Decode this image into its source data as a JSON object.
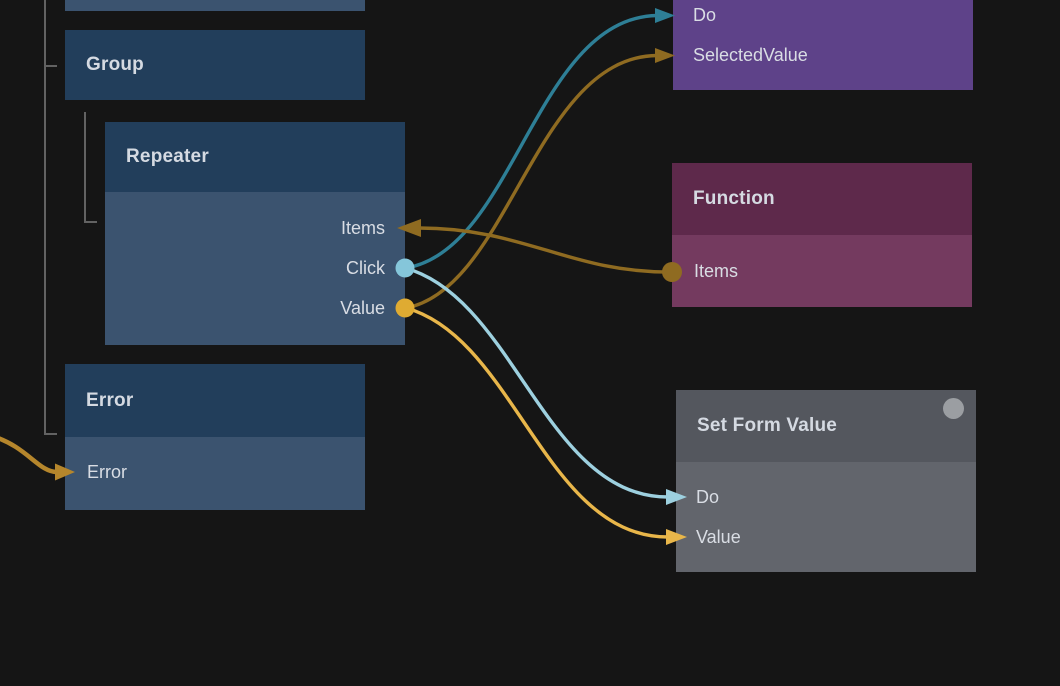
{
  "app": {
    "description": "node graph editor canvas"
  },
  "palette": {
    "background": "#151515",
    "tree_line": "#626262",
    "blue_header": "#223e5b",
    "blue_body": "#3b536f",
    "purple_body": "#5e4289",
    "magenta_header": "#5e294b",
    "magenta_body": "#743a5f",
    "gray_header": "#54575e",
    "gray_body": "#62656c",
    "badge": "#9b9ea2",
    "dot_click": "#85c6da",
    "dot_value": "#dfab32",
    "dot_items": "#8f6b21"
  },
  "nodes": {
    "group": {
      "title": "Group"
    },
    "repeater": {
      "title": "Repeater",
      "ports": [
        {
          "label": "Items"
        },
        {
          "label": "Click"
        },
        {
          "label": "Value"
        }
      ]
    },
    "error": {
      "title": "Error",
      "ports": [
        {
          "label": "Error"
        }
      ]
    },
    "purple_partial": {
      "ports": [
        {
          "label": "Do"
        },
        {
          "label": "SelectedValue"
        }
      ]
    },
    "function": {
      "title": "Function",
      "ports": [
        {
          "label": "Items"
        }
      ]
    },
    "set_form_value": {
      "title": "Set Form Value",
      "has_badge": true,
      "ports": [
        {
          "label": "Do"
        },
        {
          "label": "Value"
        }
      ]
    }
  },
  "connections": [
    {
      "from_node": "Repeater",
      "from": "Click",
      "to": "Do",
      "color": "#2e7f96"
    },
    {
      "from_node": "Repeater",
      "from": "Value",
      "to": "SelectedValue",
      "color": "#8f6b21"
    },
    {
      "from_node": "Repeater",
      "from": "Click",
      "to_node": "Set Form Value",
      "to": "Do",
      "color": "#9dd0df"
    },
    {
      "from_node": "Repeater",
      "from": "Value",
      "to_node": "Set Form Value",
      "to": "Value",
      "color": "#e8b64a"
    },
    {
      "from_node": "Function",
      "from": "Items",
      "to_node": "Repeater",
      "to": "Items",
      "color": "#8f6b21"
    },
    {
      "from": "(offscreen)",
      "to_node": "Error",
      "to": "Error",
      "color": "#b5862c"
    }
  ]
}
